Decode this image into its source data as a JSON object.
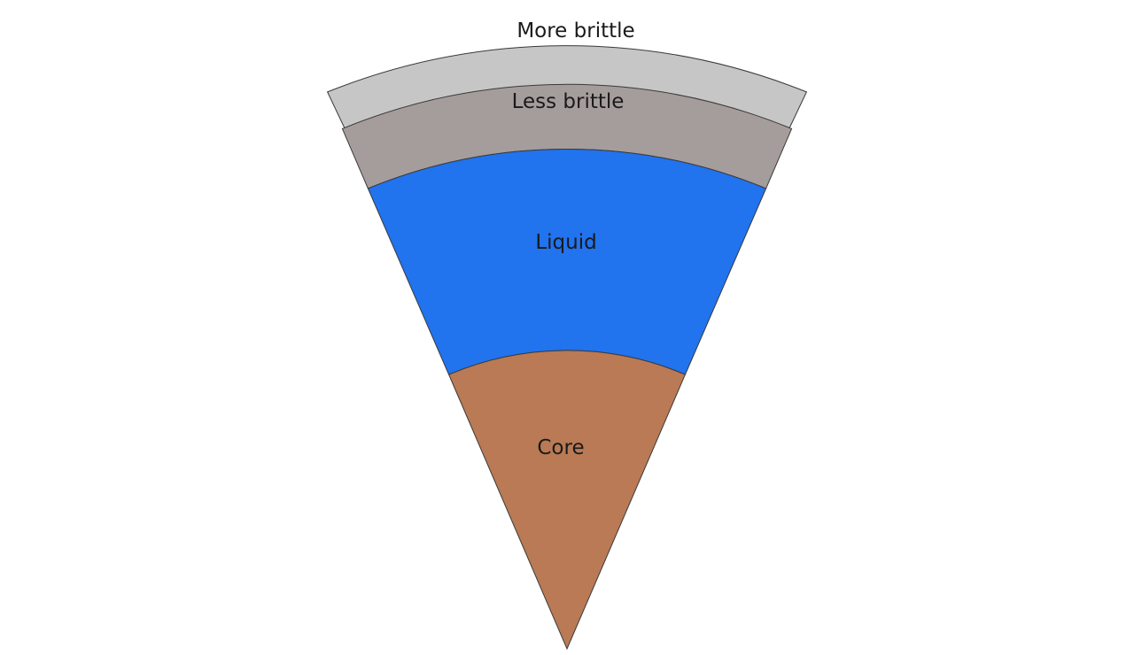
{
  "diagram": {
    "layers": [
      {
        "id": "more-brittle",
        "label": "More brittle",
        "color": "#c6c6c6"
      },
      {
        "id": "less-brittle",
        "label": "Less brittle",
        "color": "#a59d9b"
      },
      {
        "id": "liquid",
        "label": "Liquid",
        "color": "#2173ee"
      },
      {
        "id": "core",
        "label": "Core",
        "color": "#b97a55"
      }
    ]
  }
}
